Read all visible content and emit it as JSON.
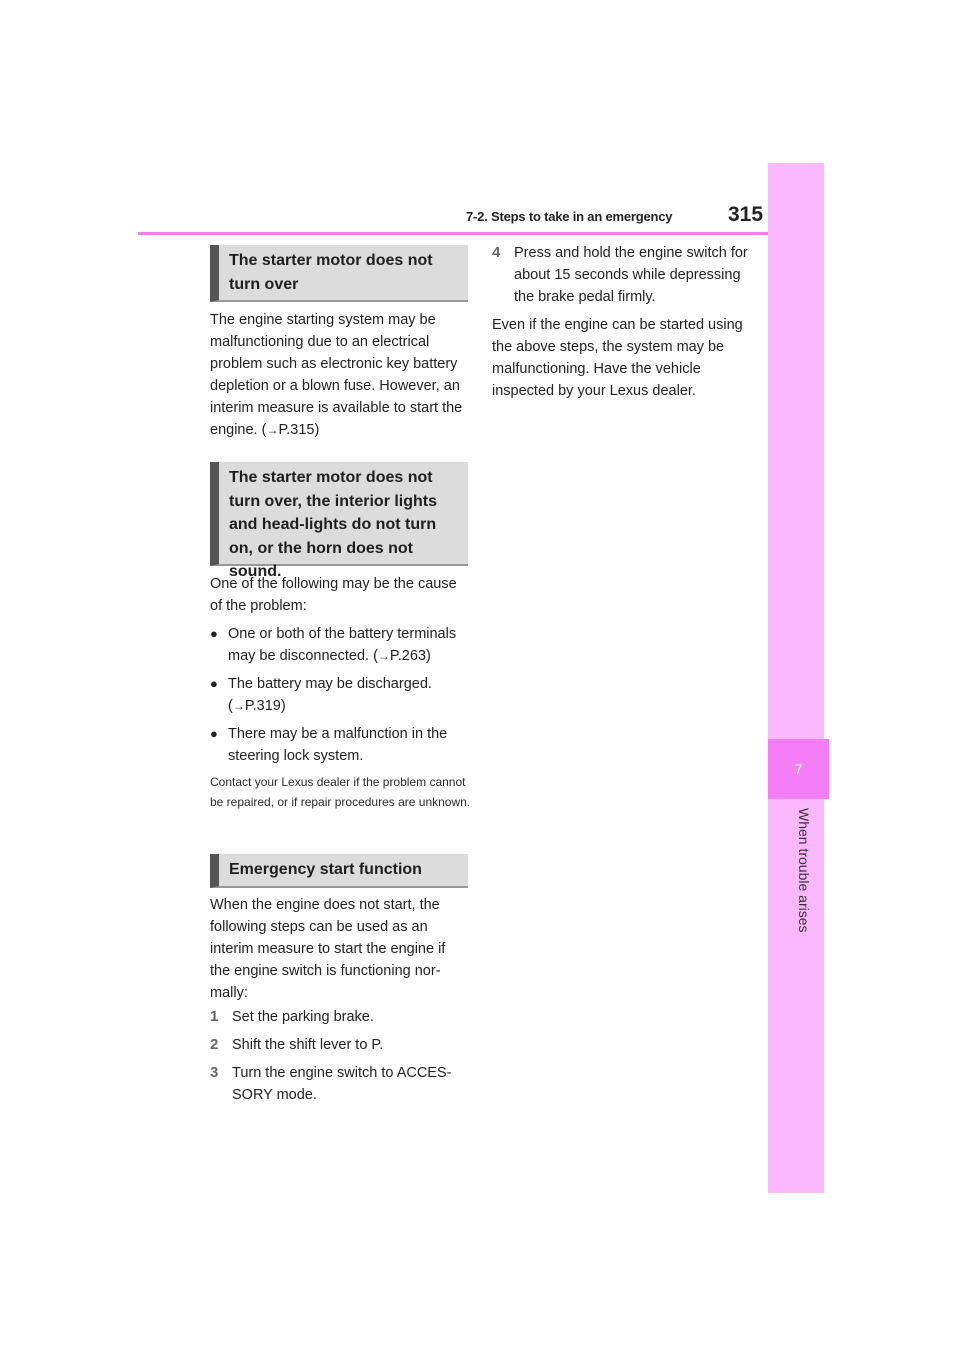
{
  "header": {
    "section": "7-2. Steps to take in an emergency",
    "page_number": "315"
  },
  "side_tab": {
    "number": "7",
    "title": "When trouble arises"
  },
  "sections": {
    "starter": {
      "heading": "The starter motor does not turn over",
      "body": "The engine starting system may be malfunctioning due to an electrical problem such as electronic key battery depletion or a blown fuse. However, an interim measure is available to start the engine. (",
      "ref": "P.315)"
    },
    "starter_lights": {
      "heading": "The starter motor does not turn over, the interior lights and head-lights do not turn on, or the horn does not sound.",
      "intro": "One of the following may be the cause of the problem:",
      "bullets": [
        {
          "text": "One or both of the battery terminals may be disconnected. (",
          "ref": "P.263)"
        },
        {
          "text": "The battery may be discharged. (",
          "ref": "P.319)"
        },
        {
          "text": "There may be a malfunction in the steering lock system.",
          "ref": ""
        }
      ],
      "note": "Contact your Lexus dealer if the problem cannot be repaired, or if repair procedures are unknown."
    },
    "emergency": {
      "heading": "Emergency start function",
      "intro": "When the engine does not start, the following steps can be used as an interim measure to start the engine if the engine switch is functioning nor-mally:",
      "steps": [
        {
          "num": "1",
          "text": "Set the parking brake."
        },
        {
          "num": "2",
          "text": "Shift the shift lever to P."
        },
        {
          "num": "3",
          "text": "Turn the engine switch to ACCES-SORY mode."
        },
        {
          "num": "4",
          "text": "Press and hold the engine switch for about 15 seconds while depressing the brake pedal firmly."
        }
      ],
      "closing": "Even if the engine can be started using the above steps, the system may be malfunctioning. Have the vehicle inspected by your Lexus dealer."
    }
  },
  "icons": {
    "arrow": "→",
    "bullet": "●"
  }
}
